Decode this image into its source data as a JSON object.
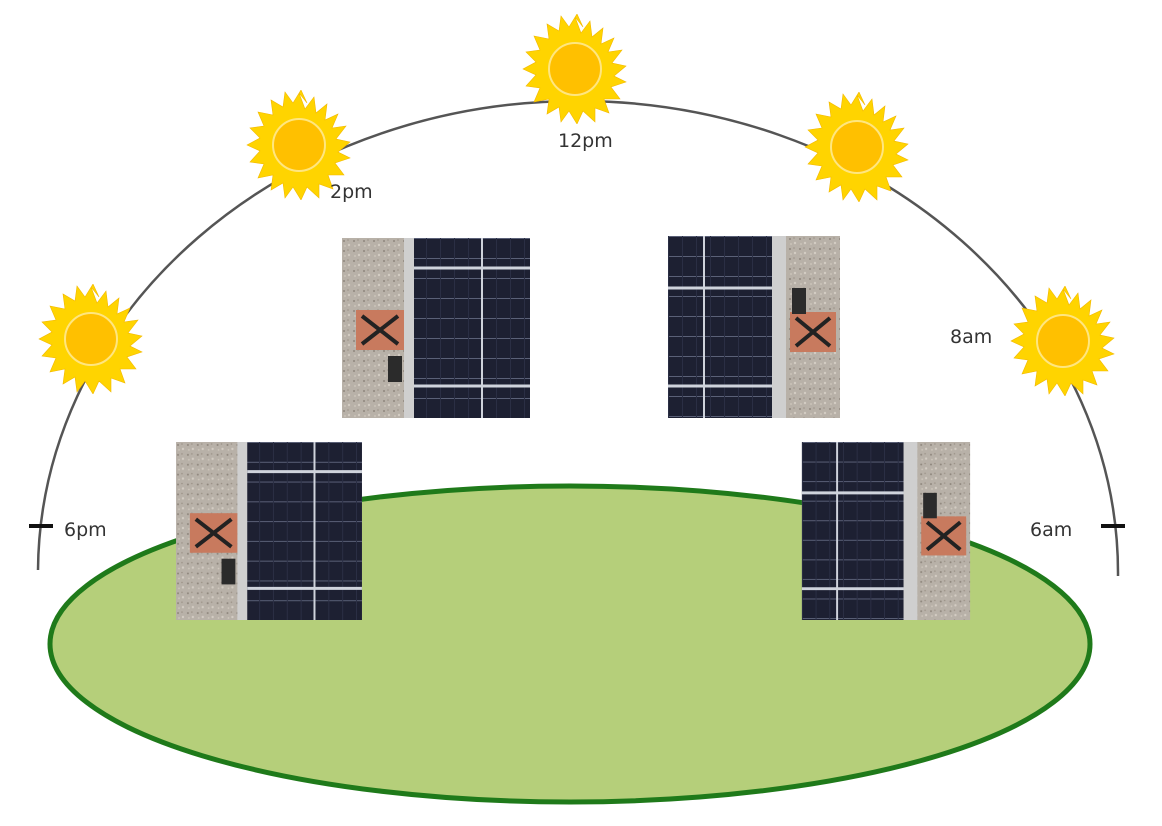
{
  "time_labels": {
    "noon": "12pm",
    "two_pm": "2pm",
    "eight_am": "8am",
    "six_pm": "6pm",
    "six_am": "6am"
  },
  "colors": {
    "ground_fill": "#b5cf7a",
    "ground_stroke": "#1f7a1a",
    "sun_rays": "#ffd400",
    "sun_core": "#ffc000",
    "arc": "#555555",
    "panel_cell": "#1d2032",
    "panel_frame": "#c9c9c9",
    "concrete": "#b5aea6",
    "target_marker": "#c87a5e"
  },
  "suns": [
    "sun-6pm",
    "sun-2pm",
    "sun-12pm",
    "sun-10am",
    "sun-8am"
  ],
  "photos": [
    "photo-2pm",
    "photo-10am",
    "photo-6pm",
    "photo-6am"
  ]
}
